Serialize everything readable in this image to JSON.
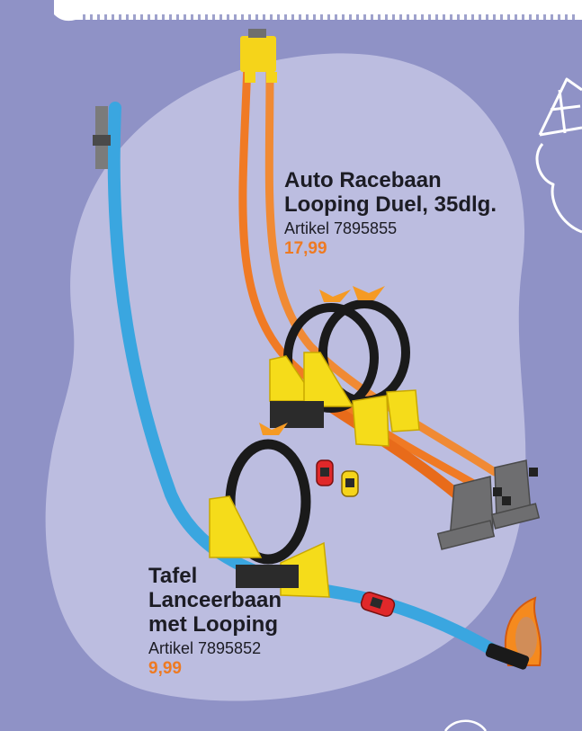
{
  "colors": {
    "background": "#8f92c6",
    "spotlight": "#bcbde0",
    "price": "#ee7a22",
    "text": "#1c1c24",
    "track_orange": "#f07a24",
    "track_blue": "#3aa6e0",
    "loop_black": "#1a1a1a",
    "support_yellow": "#f5dc1a"
  },
  "products": [
    {
      "title_lines": [
        "Auto Racebaan",
        "Looping Duel, 35dlg."
      ],
      "sku": "Artikel 7895855",
      "price": "17,99"
    },
    {
      "title_lines": [
        "Tafel",
        "Lanceerbaan",
        "met Looping"
      ],
      "sku": "Artikel 7895852",
      "price": "9,99"
    }
  ],
  "decorations": {
    "top_edge": "perforated-ticket-edge",
    "corner_icon": "sinterklaas-mitre-icon"
  }
}
